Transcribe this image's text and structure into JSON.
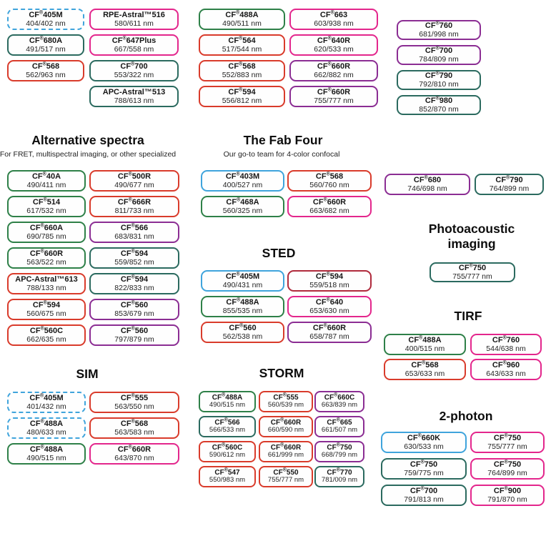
{
  "meta": {
    "background": "#ffffff"
  },
  "palette": {
    "blue": "#3fa4dc",
    "teal": "#2b6a5f",
    "green": "#2e8048",
    "red": "#d93b2b",
    "darkred": "#b02a3c",
    "pink": "#e3268c",
    "purple": "#8b2d93"
  },
  "sections": {
    "alternative": {
      "title": "Alternative spectra",
      "subtitle": "For FRET, multispectral imaging, or other specialized"
    },
    "fab_four": {
      "title": "The Fab Four",
      "subtitle": "Our go-to team for 4-color confocal"
    },
    "sted": {
      "title": "STED"
    },
    "photoacoustic": {
      "title": "Photoacoustic imaging"
    },
    "tirf": {
      "title": "TIRF"
    },
    "sim": {
      "title": "SIM"
    },
    "storm": {
      "title": "STORM"
    },
    "two_photon": {
      "title": "2-photon"
    }
  },
  "groups": {
    "top_col1": [
      {
        "name": "CF®405M",
        "wl": "404/402 nm",
        "c": "blue",
        "dashed": true
      },
      {
        "name": "CF®680A",
        "wl": "491/517 nm",
        "c": "teal"
      },
      {
        "name": "CF®568",
        "wl": "562/963 nm",
        "c": "red"
      }
    ],
    "top_col2": [
      {
        "name": "RPE-Astral™516",
        "wl": "580/611 nm",
        "c": "pink"
      },
      {
        "name": "CF®647Plus",
        "wl": "667/558 nm",
        "c": "pink"
      },
      {
        "name": "CF®700",
        "wl": "553/322 nm",
        "c": "teal"
      },
      {
        "name": "APC-Astral™513",
        "wl": "788/613 nm",
        "c": "teal"
      }
    ],
    "top_col3": [
      {
        "name": "CF®488A",
        "wl": "490/511 nm",
        "c": "green"
      },
      {
        "name": "CF®564",
        "wl": "517/544 nm",
        "c": "red"
      },
      {
        "name": "CF®568",
        "wl": "552/883 nm",
        "c": "red"
      },
      {
        "name": "CF®594",
        "wl": "556/812 nm",
        "c": "red"
      }
    ],
    "top_col4": [
      {
        "name": "CF®663",
        "wl": "603/938 nm",
        "c": "pink"
      },
      {
        "name": "CF®640R",
        "wl": "620/533 nm",
        "c": "pink"
      },
      {
        "name": "CF®660R",
        "wl": "662/882 nm",
        "c": "purple"
      },
      {
        "name": "CF®660R",
        "wl": "755/777 nm",
        "c": "purple"
      }
    ],
    "top_col5": [
      {
        "name": "CF®760",
        "wl": "681/998 nm",
        "c": "purple"
      },
      {
        "name": "CF®700",
        "wl": "784/809 nm",
        "c": "purple"
      },
      {
        "name": "CF®790",
        "wl": "792/810 nm",
        "c": "teal"
      },
      {
        "name": "CF®980",
        "wl": "852/870 nm",
        "c": "teal"
      }
    ],
    "alternative_col1": [
      {
        "name": "CF®40A",
        "wl": "490/411 nm",
        "c": "green"
      },
      {
        "name": "CF®514",
        "wl": "617/532 nm",
        "c": "green"
      },
      {
        "name": "CF®660A",
        "wl": "690/785 nm",
        "c": "green"
      },
      {
        "name": "CF®660R",
        "wl": "563/522 nm",
        "c": "green"
      },
      {
        "name": "APC-Astral™613",
        "wl": "788/133 nm",
        "c": "red"
      },
      {
        "name": "CF®594",
        "wl": "560/675 nm",
        "c": "red"
      },
      {
        "name": "CF®560C",
        "wl": "662/635 nm",
        "c": "red"
      }
    ],
    "alternative_col2": [
      {
        "name": "CF®500R",
        "wl": "490/677 nm",
        "c": "red"
      },
      {
        "name": "CF®666R",
        "wl": "811/733 nm",
        "c": "red"
      },
      {
        "name": "CF®566",
        "wl": "683/831 nm",
        "c": "purple"
      },
      {
        "name": "CF®594",
        "wl": "559/852 nm",
        "c": "teal"
      },
      {
        "name": "CF®594",
        "wl": "822/833 nm",
        "c": "teal"
      },
      {
        "name": "CF®560",
        "wl": "853/679 nm",
        "c": "purple"
      },
      {
        "name": "CF®560",
        "wl": "797/879 nm",
        "c": "purple"
      }
    ],
    "fab_four_col1": [
      {
        "name": "CF®403M",
        "wl": "400/527 nm",
        "c": "blue"
      },
      {
        "name": "CF®468A",
        "wl": "560/325 nm",
        "c": "green"
      }
    ],
    "fab_four_col2": [
      {
        "name": "CF®568",
        "wl": "560/760 nm",
        "c": "red"
      },
      {
        "name": "CF®660R",
        "wl": "663/682 nm",
        "c": "pink"
      }
    ],
    "sted_col1": [
      {
        "name": "CF®405M",
        "wl": "490/431 nm",
        "c": "blue"
      },
      {
        "name": "CF®488A",
        "wl": "855/535 nm",
        "c": "green"
      },
      {
        "name": "CF®560",
        "wl": "562/538 nm",
        "c": "red"
      }
    ],
    "sted_col2": [
      {
        "name": "CF®594",
        "wl": "559/518 nm",
        "c": "darkred"
      },
      {
        "name": "CF®640",
        "wl": "653/630 nm",
        "c": "pink"
      },
      {
        "name": "CF®660R",
        "wl": "658/787 nm",
        "c": "purple"
      }
    ],
    "mid_right_1": [
      {
        "name": "CF®680",
        "wl": "746/698 nm",
        "c": "purple"
      }
    ],
    "mid_right_2": [
      {
        "name": "CF®790",
        "wl": "764/899 nm",
        "c": "teal"
      }
    ],
    "photoacoustic": [
      {
        "name": "CF®750",
        "wl": "755/777 nm",
        "c": "teal"
      }
    ],
    "tirf_col1": [
      {
        "name": "CF®488A",
        "wl": "400/515 nm",
        "c": "green"
      },
      {
        "name": "CF®568",
        "wl": "653/633 nm",
        "c": "red"
      }
    ],
    "tirf_col2": [
      {
        "name": "CF®760",
        "wl": "544/638 nm",
        "c": "pink"
      },
      {
        "name": "CF®960",
        "wl": "643/633 nm",
        "c": "pink"
      }
    ],
    "sim_col1": [
      {
        "name": "CF®405M",
        "wl": "401/432 nm",
        "c": "blue",
        "dashed": true
      },
      {
        "name": "CF®488A",
        "wl": "480/633 nm",
        "c": "blue",
        "dashed": true
      },
      {
        "name": "CF®488A",
        "wl": "490/515 nm",
        "c": "green"
      }
    ],
    "sim_col2": [
      {
        "name": "CF®555",
        "wl": "563/550 nm",
        "c": "red"
      },
      {
        "name": "CF®568",
        "wl": "563/583 nm",
        "c": "red"
      },
      {
        "name": "CF®660R",
        "wl": "643/870 nm",
        "c": "pink"
      }
    ],
    "storm_col1": [
      {
        "name": "CF®488A",
        "wl": "490/515 nm",
        "c": "green"
      },
      {
        "name": "CF®566",
        "wl": "566/533 nm",
        "c": "teal"
      },
      {
        "name": "CF®560C",
        "wl": "590/612 nm",
        "c": "red"
      },
      {
        "name": "CF®547",
        "wl": "550/983 nm",
        "c": "red"
      }
    ],
    "storm_col2": [
      {
        "name": "CF®555",
        "wl": "560/539 nm",
        "c": "red"
      },
      {
        "name": "CF®660R",
        "wl": "660/590 nm",
        "c": "red"
      },
      {
        "name": "CF®660R",
        "wl": "661/999 nm",
        "c": "red"
      },
      {
        "name": "CF®550",
        "wl": "755/777 nm",
        "c": "red"
      }
    ],
    "storm_col3": [
      {
        "name": "CF®660C",
        "wl": "663/839 nm",
        "c": "purple"
      },
      {
        "name": "CF®665",
        "wl": "661/507 nm",
        "c": "purple"
      },
      {
        "name": "CF®750",
        "wl": "668/799 nm",
        "c": "purple"
      },
      {
        "name": "CF®770",
        "wl": "781/009 nm",
        "c": "teal"
      }
    ],
    "two_photon_col1": [
      {
        "name": "CF®660K",
        "wl": "630/533 nm",
        "c": "blue"
      },
      {
        "name": "CF®750",
        "wl": "759/775 nm",
        "c": "teal"
      },
      {
        "name": "CF®700",
        "wl": "791/813 nm",
        "c": "teal"
      }
    ],
    "two_photon_col2": [
      {
        "name": "CF®750",
        "wl": "755/777 nm",
        "c": "pink"
      },
      {
        "name": "CF®750",
        "wl": "764/899 nm",
        "c": "pink"
      },
      {
        "name": "CF®900",
        "wl": "791/870 nm",
        "c": "pink"
      }
    ]
  }
}
